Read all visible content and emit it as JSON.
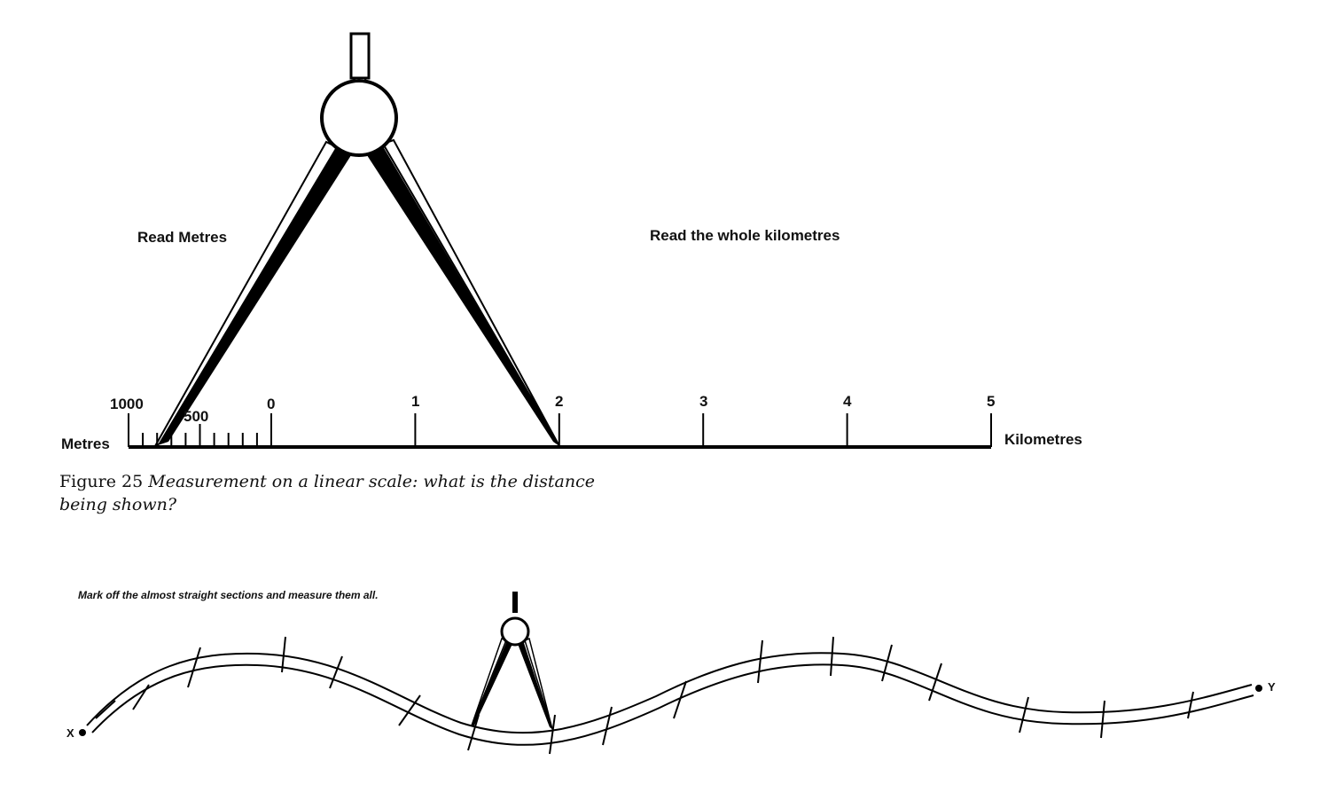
{
  "figure25": {
    "left_label": "Read Metres",
    "right_label": "Read the whole kilometres",
    "metres_axis_label": "Metres",
    "km_axis_label": "Kilometres",
    "metre_ticks": [
      "1000",
      "500",
      "0"
    ],
    "km_ticks": [
      "1",
      "2",
      "3",
      "4",
      "5"
    ],
    "caption_number": "Figure 25",
    "caption_text": "Measurement on a linear scale: what is the distance being shown?"
  },
  "figure26": {
    "instruction": "Mark off the almost straight sections and measure them all.",
    "start_label": "X",
    "end_label": "Y"
  }
}
